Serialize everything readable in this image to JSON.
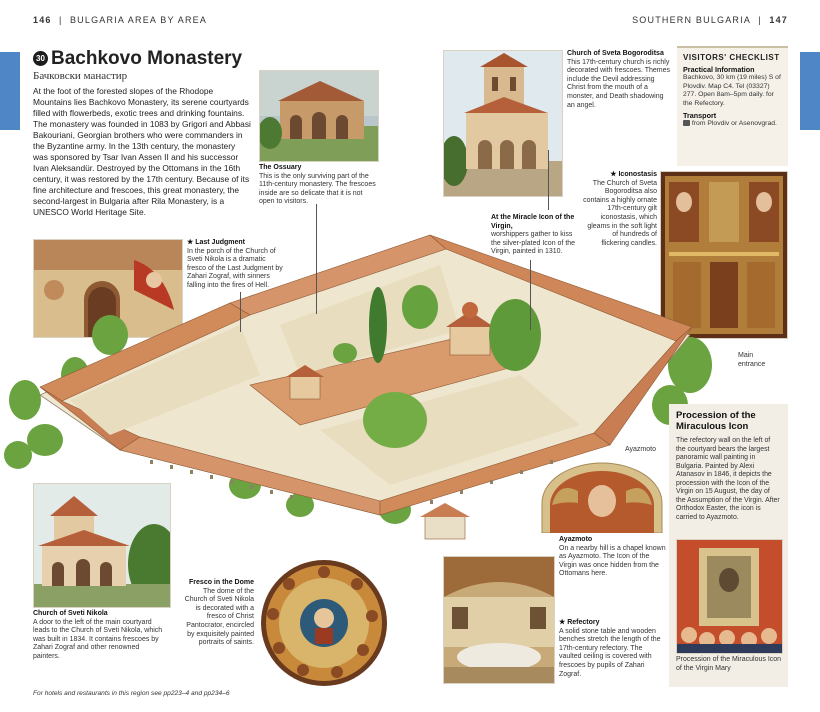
{
  "header": {
    "left_page": "146",
    "left_title": "BULGARIA AREA BY AREA",
    "right_title": "SOUTHERN BULGARIA",
    "right_page": "147"
  },
  "article": {
    "number": "30",
    "title": "Bachkovo Monastery",
    "subtitle": "Бачковски манастир",
    "intro": "At the foot of the forested slopes of the Rhodope Mountains lies Bachkovo Monastery, its serene courtyards filled with flowerbeds, exotic trees and drinking fountains. The monastery was founded in 1083 by Grigori and Abbasi Bakouriani, Georgian brothers who were commanders in the Byzantine army. In the 13th century, the monastery was sponsored by Tsar Ivan Assen II and his successor Ivan Aleksandür. Destroyed by the Ottomans in the 16th century, it was restored by the 17th century. Because of its fine architecture and frescoes, this great monastery, the second-largest in Bulgaria after Rila Monastery, is a UNESCO World Heritage Site."
  },
  "captions": {
    "ossuary": {
      "title": "The Ossuary",
      "text": "This is the only surviving part of the 11th-century monastery. The frescoes inside are so delicate that it is not open to visitors."
    },
    "bogoroditsa": {
      "title": "Church of Sveta Bogoroditsa",
      "text": "This 17th-century church is richly decorated with frescoes. Themes include the Devil addressing Christ from the mouth of a monster, and Death shadowing an angel."
    },
    "miracle_icon": {
      "title": "At the Miracle Icon of the Virgin,",
      "text": "worshippers gather to kiss the silver-plated Icon of the Virgin, painted in 1310."
    },
    "iconostasis": {
      "title": "★ Iconostasis",
      "text": "The Church of Sveta Bogoroditsa also contains a highly ornate 17th-century gilt iconostasis, which gleams in the soft light of hundreds of flickering candles."
    },
    "last_judgment": {
      "title": "★ Last Judgment",
      "text": "In the porch of the Church of Sveti Nikola is a dramatic fresco of the Last Judgment by Zahari Zograf, with sinners falling into the fires of Hell."
    },
    "sveti_nikola": {
      "title": "Church of Sveti Nikola",
      "text": "A door to the left of the main courtyard leads to the Church of Sveti Nikola, which was built in 1834. It contains frescoes by Zahari Zograf and other renowned painters."
    },
    "dome_fresco": {
      "title": "Fresco in the Dome",
      "text": "The dome of the Church of Sveti Nikola is decorated with a fresco of Christ Pantocrator, encircled by exquisitely painted portraits of saints."
    },
    "ayazmoto": {
      "title": "Ayazmoto",
      "text": "On a nearby hill is a chapel known as Ayazmoto. The Icon of the Virgin was once hidden from the Ottomans here."
    },
    "refectory": {
      "title": "★ Refectory",
      "text": "A solid stone table and wooden benches stretch the length of the 17th-century refectory. The vaulted ceiling is covered with frescoes by pupils of Zahari Zograf."
    },
    "ayazmoto_label": "Ayazmoto",
    "main_entrance": "Main entrance"
  },
  "checklist": {
    "title": "VISITORS' CHECKLIST",
    "practical_title": "Practical Information",
    "practical_text": "Bachkovo, 30 km (19 miles) S of Plovdiv. Map C4. Tel (03327) 277. Open 8am–5pm daily. for the Refectory.",
    "transport_title": "Transport",
    "transport_text": "from Plovdiv or Asenovgrad."
  },
  "procession": {
    "title": "Procession of the Miraculous Icon",
    "text": "The refectory wall on the left of the courtyard bears the largest panoramic wall painting in Bulgaria. Painted by Alexi Atanasov in 1846, it depicts the procession with the Icon of the Virgin on 15 August, the day of the Assumption of the Virgin. After Orthodox Easter, the icon is carried to Ayazmoto.",
    "photo_caption": "Procession of the Miraculous Icon of the Virgin Mary"
  },
  "footer": "For hotels and restaurants in this region see pp223–4 and pp234–6",
  "colors": {
    "tab_blue": "#4f86c6",
    "roof": "#d08a5c",
    "wall": "#f1e9d6",
    "tree": "#5f9a3c"
  }
}
